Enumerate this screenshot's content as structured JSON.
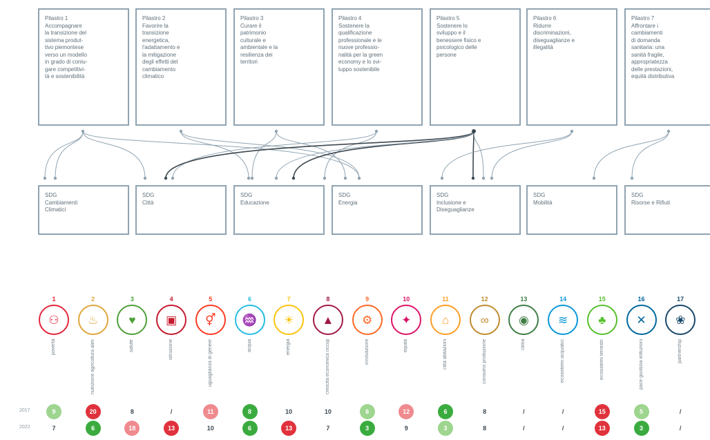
{
  "top_boxes": [
    {
      "lines": [
        "Pilastro 1",
        "Accompagnare",
        "la transizione del",
        "sistema produt-",
        "tivo piemontese",
        "verso un modello",
        "in grado di coniu-",
        "gare competitivi-",
        "tà e sostenibilità"
      ]
    },
    {
      "lines": [
        "Pilastro 2",
        "Favorire la",
        "transizione",
        "energetica,",
        "l'adattamento e",
        "la mitigazione",
        "degli effetti del",
        "cambiamento",
        "climatico"
      ]
    },
    {
      "lines": [
        "Pilastro 3",
        "Curare il",
        "patrimonio",
        "culturale e",
        "ambientale e la",
        "resilienza dei",
        "territori"
      ]
    },
    {
      "lines": [
        "Pilastro 4",
        "Sostenere la",
        "qualificazione",
        "professionale e le",
        "nuove professio-",
        "nalità per la green",
        "economy e lo svi-",
        "luppo sostenibile"
      ]
    },
    {
      "lines": [
        "Pilastro 5",
        "Sostenere lo",
        "sviluppo e il",
        "benessere fisico e",
        "psicologico delle",
        "persone"
      ]
    },
    {
      "lines": [
        "Pilastro 6",
        "Ridurre",
        "discriminazioni,",
        "diseguaglianze e",
        "illegalità"
      ]
    },
    {
      "lines": [
        "Pilastro 7",
        "Affrontare i",
        "cambiamenti",
        "di domanda",
        "sanitaria: una",
        "sanità fragile,",
        "appropriatezza",
        "delle prestazioni,",
        "equità distributiva"
      ]
    }
  ],
  "bottom_boxes": [
    {
      "lines": [
        "SDG",
        "Cambiamenti",
        "Climatici"
      ]
    },
    {
      "lines": [
        "SDG",
        "Città"
      ]
    },
    {
      "lines": [
        "SDG",
        "Educazione"
      ]
    },
    {
      "lines": [
        "SDG",
        "Energia"
      ]
    },
    {
      "lines": [
        "SDG",
        "Inclusione e",
        "Diseguaglianze"
      ]
    },
    {
      "lines": [
        "SDG",
        "Mobilità"
      ]
    },
    {
      "lines": [
        "SDG",
        "Risorse e Rifiuti"
      ]
    }
  ],
  "sdgs": [
    {
      "num": "1",
      "label": "povertà",
      "color": "#e5243b",
      "glyph": "⚇"
    },
    {
      "num": "2",
      "label": "nutrizione agricoltura alimentazione",
      "color": "#dda63a",
      "glyph": "♨"
    },
    {
      "num": "3",
      "label": "salute",
      "color": "#4c9f38",
      "glyph": "♥"
    },
    {
      "num": "4",
      "label": "istruzione",
      "color": "#c5192d",
      "glyph": "▣"
    },
    {
      "num": "5",
      "label": "uguaglianza di genere",
      "color": "#ff3a21",
      "glyph": "⚥"
    },
    {
      "num": "6",
      "label": "acqua",
      "color": "#26bde2",
      "glyph": "♒"
    },
    {
      "num": "7",
      "label": "energia",
      "color": "#fcc30b",
      "glyph": "☀"
    },
    {
      "num": "8",
      "label": "crescita economica occupazione",
      "color": "#a21942",
      "glyph": "▲"
    },
    {
      "num": "9",
      "label": "innovazione",
      "color": "#fd6925",
      "glyph": "⚙"
    },
    {
      "num": "10",
      "label": "equità",
      "color": "#dd1367",
      "glyph": "✦"
    },
    {
      "num": "11",
      "label": "città abitazioni",
      "color": "#fd9d24",
      "glyph": "⌂"
    },
    {
      "num": "12",
      "label": "consumo produzione",
      "color": "#bf8b2e",
      "glyph": "∞"
    },
    {
      "num": "13",
      "label": "clima",
      "color": "#3f7e44",
      "glyph": "◉"
    },
    {
      "num": "14",
      "label": "ecosistemi acquatici",
      "color": "#0a97d9",
      "glyph": "≋"
    },
    {
      "num": "15",
      "label": "ecosistemi terrestri",
      "color": "#56c02b",
      "glyph": "♣"
    },
    {
      "num": "16",
      "label": "pace giustizia istituzioni",
      "color": "#00689d",
      "glyph": "✕"
    },
    {
      "num": "17",
      "label": "partnership",
      "color": "#19486a",
      "glyph": "❀"
    }
  ],
  "rows": [
    {
      "label": "2017",
      "values": [
        {
          "v": "9",
          "s": "lg"
        },
        {
          "v": "20",
          "s": "r"
        },
        {
          "v": "8",
          "s": "p"
        },
        {
          "v": "/",
          "s": "p"
        },
        {
          "v": "11",
          "s": "lr"
        },
        {
          "v": "8",
          "s": "g"
        },
        {
          "v": "10",
          "s": "p"
        },
        {
          "v": "10",
          "s": "p"
        },
        {
          "v": "6",
          "s": "lg"
        },
        {
          "v": "12",
          "s": "lr"
        },
        {
          "v": "6",
          "s": "g"
        },
        {
          "v": "8",
          "s": "p"
        },
        {
          "v": "/",
          "s": "p"
        },
        {
          "v": "/",
          "s": "p"
        },
        {
          "v": "15",
          "s": "r"
        },
        {
          "v": "5",
          "s": "lg"
        },
        {
          "v": "/",
          "s": "p"
        }
      ]
    },
    {
      "label": "2022",
      "values": [
        {
          "v": "7",
          "s": "p"
        },
        {
          "v": "6",
          "s": "g"
        },
        {
          "v": "18",
          "s": "lr"
        },
        {
          "v": "13",
          "s": "r"
        },
        {
          "v": "10",
          "s": "p"
        },
        {
          "v": "6",
          "s": "g"
        },
        {
          "v": "13",
          "s": "r"
        },
        {
          "v": "7",
          "s": "p"
        },
        {
          "v": "3",
          "s": "g"
        },
        {
          "v": "9",
          "s": "p"
        },
        {
          "v": "3",
          "s": "lg"
        },
        {
          "v": "8",
          "s": "p"
        },
        {
          "v": "/",
          "s": "p"
        },
        {
          "v": "/",
          "s": "p"
        },
        {
          "v": "13",
          "s": "r"
        },
        {
          "v": "3",
          "s": "g"
        },
        {
          "v": "/",
          "s": "p"
        }
      ]
    }
  ],
  "colors": {
    "r": "#e0323c",
    "lr": "#ef8a8f",
    "g": "#3bab3f",
    "lg": "#9ed58f",
    "box_border": "#8fa3b1",
    "link": "#8fa3b1",
    "link_dark": "#3d4850"
  }
}
